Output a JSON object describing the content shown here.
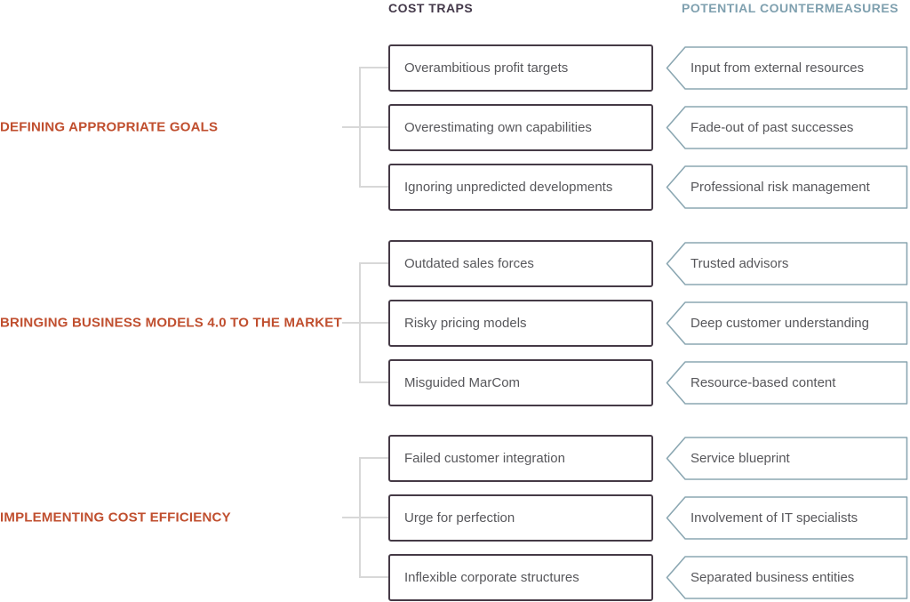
{
  "headers": {
    "traps": "COST TRAPS",
    "countermeasures": "POTENTIAL COUNTERMEASURES"
  },
  "groups": [
    {
      "label": "DEFINING APPROPRIATE GOALS",
      "traps": [
        "Overambitious profit targets",
        "Overestimating own capabilities",
        "Ignoring unpredicted developments"
      ],
      "countermeasures": [
        "Input from external resources",
        "Fade-out of past successes",
        "Professional risk management"
      ]
    },
    {
      "label": "BRINGING BUSINESS MODELS 4.0 TO THE MARKET",
      "traps": [
        "Outdated sales forces",
        "Risky pricing models",
        "Misguided MarCom"
      ],
      "countermeasures": [
        "Trusted advisors",
        "Deep customer understanding",
        "Resource-based content"
      ]
    },
    {
      "label": "IMPLEMENTING COST EFFICIENCY",
      "traps": [
        "Failed customer integration",
        "Urge for perfection",
        "Inflexible corporate structures"
      ],
      "countermeasures": [
        "Service blueprint",
        "Involvement of IT specialists",
        "Separated business entities"
      ]
    }
  ],
  "colors": {
    "category_accent": "#c04f2f",
    "trap_header_text": "#44394a",
    "trap_border": "#453a46",
    "countermeasure_header_text": "#7fa0af",
    "arrow_border": "#8ba7b2",
    "body_text": "#57575b",
    "connector_line": "#d8d8d8",
    "background": "#ffffff"
  }
}
